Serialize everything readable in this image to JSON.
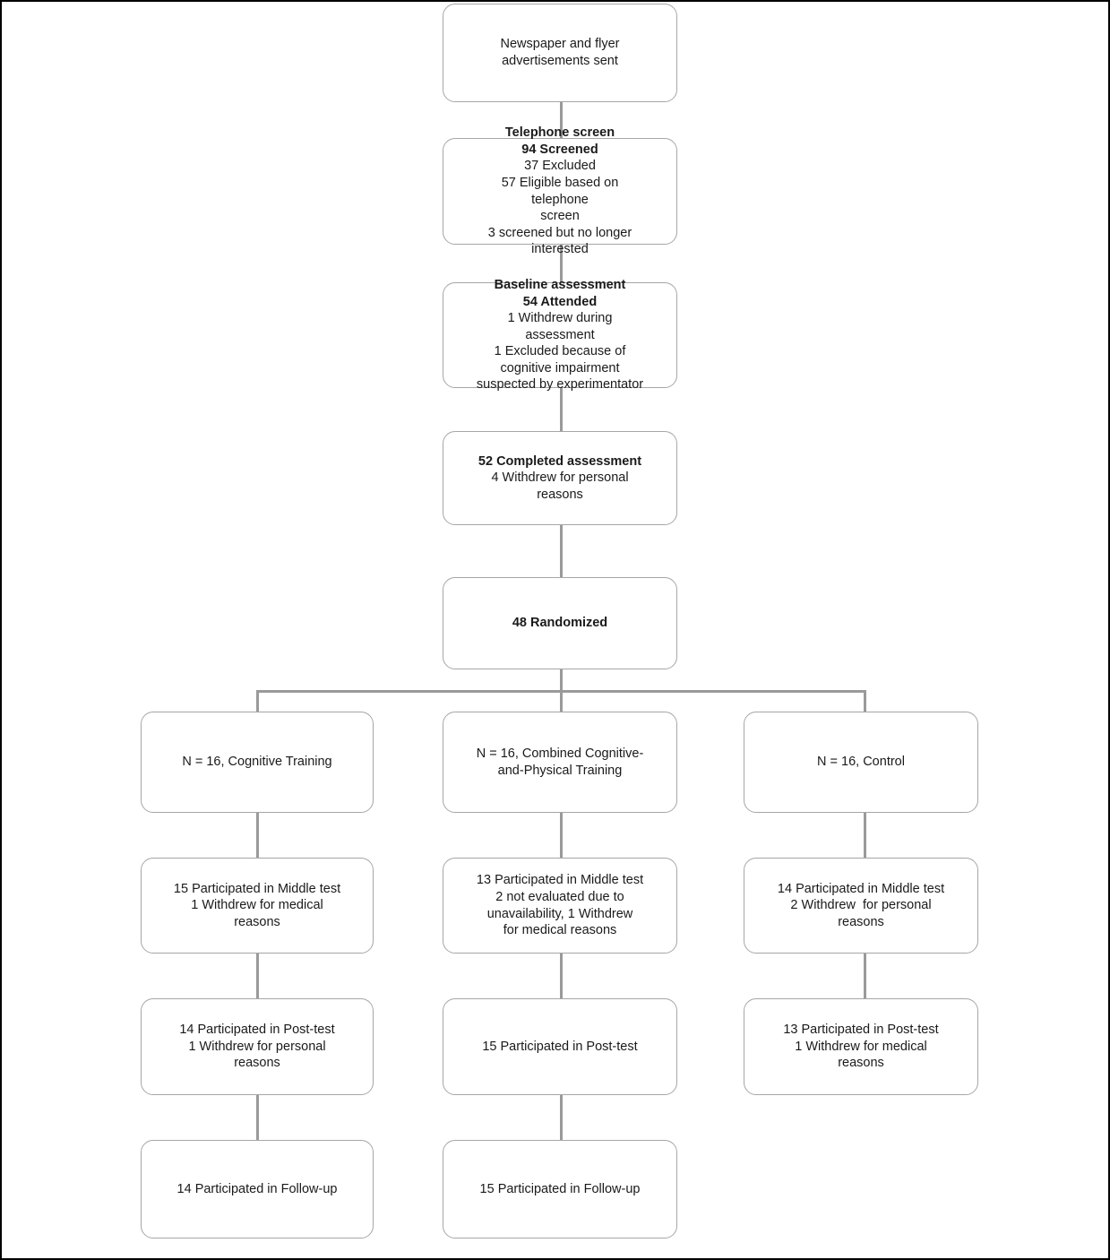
{
  "diagram": {
    "title": "CONSORT participant flow diagram",
    "line_color": "#9a9a9a",
    "box_border_color": "#a6a6a6",
    "text_color": "#1a1a1a",
    "background": "#ffffff"
  },
  "nodes": {
    "recruitment": {
      "name": "recruitment-box",
      "lines": [
        {
          "text": "Newspaper and flyer",
          "bold": false
        },
        {
          "text": "advertisements sent",
          "bold": false
        }
      ]
    },
    "telephone_screen": {
      "name": "telephone-screen-box",
      "lines": [
        {
          "text": "Telephone screen",
          "bold": true
        },
        {
          "text": "94 Screened",
          "bold": true
        },
        {
          "text": "37 Excluded",
          "bold": false
        },
        {
          "text": "57 Eligible based on",
          "bold": false
        },
        {
          "text": "telephone",
          "bold": false
        },
        {
          "text": "screen",
          "bold": false
        },
        {
          "text": "3 screened but no longer",
          "bold": false
        },
        {
          "text": "interested",
          "bold": false
        }
      ]
    },
    "baseline_assessment": {
      "name": "baseline-assessment-box",
      "lines": [
        {
          "text": "Baseline assessment",
          "bold": true
        },
        {
          "text": "54 Attended",
          "bold": true
        },
        {
          "text": "1 Withdrew during",
          "bold": false
        },
        {
          "text": "assessment",
          "bold": false
        },
        {
          "text": "1 Excluded because of",
          "bold": false
        },
        {
          "text": "cognitive impairment",
          "bold": false
        },
        {
          "text": "suspected by experimentator",
          "bold": false
        }
      ]
    },
    "completed_assessment": {
      "name": "completed-assessment-box",
      "lines": [
        {
          "text": "52 Completed assessment",
          "bold": true
        },
        {
          "text": "4 Withdrew for personal",
          "bold": false
        },
        {
          "text": "reasons",
          "bold": false
        }
      ]
    },
    "randomized": {
      "name": "randomized-box",
      "lines": [
        {
          "text": "48 Randomized",
          "bold": true
        }
      ]
    },
    "arm_cognitive": {
      "name": "arm-cognitive-training-box",
      "lines": [
        {
          "text": "N = 16, Cognitive Training",
          "bold": false
        }
      ]
    },
    "arm_combined": {
      "name": "arm-combined-training-box",
      "lines": [
        {
          "text": "N = 16, Combined Cognitive-",
          "bold": false
        },
        {
          "text": "and-Physical Training",
          "bold": false
        }
      ]
    },
    "arm_control": {
      "name": "arm-control-box",
      "lines": [
        {
          "text": "N = 16, Control",
          "bold": false
        }
      ]
    },
    "middle_cognitive": {
      "name": "middle-test-cognitive-box",
      "lines": [
        {
          "text": "15 Participated in Middle test",
          "bold": false
        },
        {
          "text": "1 Withdrew for medical",
          "bold": false
        },
        {
          "text": "reasons",
          "bold": false
        }
      ]
    },
    "middle_combined": {
      "name": "middle-test-combined-box",
      "lines": [
        {
          "text": "13 Participated in Middle test",
          "bold": false
        },
        {
          "text": "2 not evaluated due to",
          "bold": false
        },
        {
          "text": "unavailability, 1 Withdrew",
          "bold": false
        },
        {
          "text": "for medical reasons",
          "bold": false
        }
      ]
    },
    "middle_control": {
      "name": "middle-test-control-box",
      "lines": [
        {
          "text": "14 Participated in Middle test",
          "bold": false
        },
        {
          "text": "2 Withdrew  for personal",
          "bold": false
        },
        {
          "text": "reasons",
          "bold": false
        }
      ]
    },
    "post_cognitive": {
      "name": "post-test-cognitive-box",
      "lines": [
        {
          "text": "14 Participated in Post-test",
          "bold": false
        },
        {
          "text": "1 Withdrew for personal",
          "bold": false
        },
        {
          "text": "reasons",
          "bold": false
        }
      ]
    },
    "post_combined": {
      "name": "post-test-combined-box",
      "lines": [
        {
          "text": "15 Participated in Post-test",
          "bold": false
        }
      ]
    },
    "post_control": {
      "name": "post-test-control-box",
      "lines": [
        {
          "text": "13 Participated in Post-test",
          "bold": false
        },
        {
          "text": "1 Withdrew for medical",
          "bold": false
        },
        {
          "text": "reasons",
          "bold": false
        }
      ]
    },
    "followup_cognitive": {
      "name": "followup-cognitive-box",
      "lines": [
        {
          "text": "14 Participated in Follow-up",
          "bold": false
        }
      ]
    },
    "followup_combined": {
      "name": "followup-combined-box",
      "lines": [
        {
          "text": "15 Participated in Follow-up",
          "bold": false
        }
      ]
    }
  }
}
